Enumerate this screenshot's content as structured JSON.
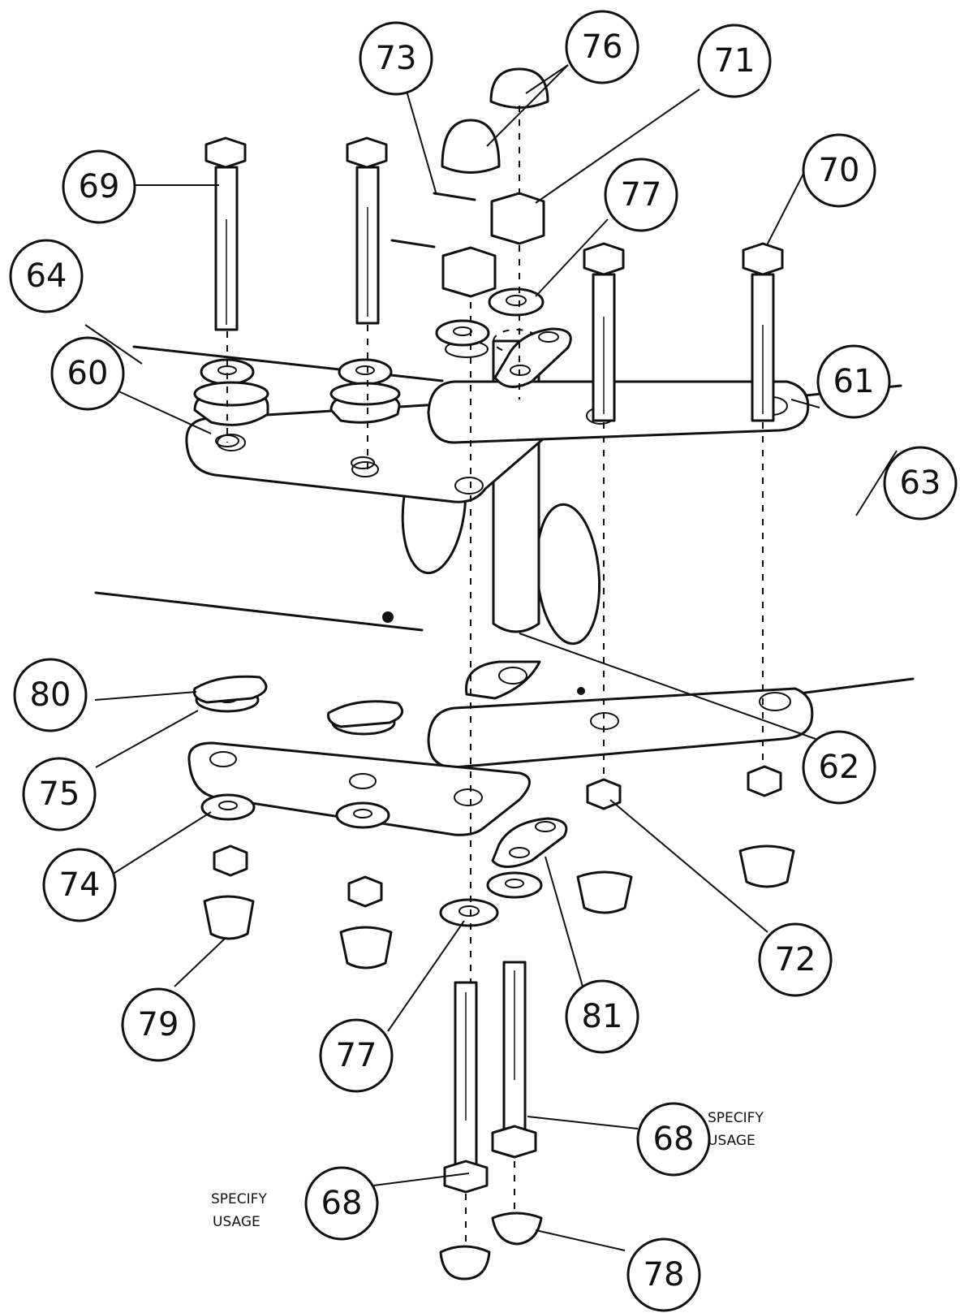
{
  "callouts": [
    {
      "id": "c60",
      "label": "60"
    },
    {
      "id": "c61",
      "label": "61"
    },
    {
      "id": "c62",
      "label": "62"
    },
    {
      "id": "c63",
      "label": "63"
    },
    {
      "id": "c64",
      "label": "64"
    },
    {
      "id": "c68a",
      "label": "68"
    },
    {
      "id": "c68b",
      "label": "68"
    },
    {
      "id": "c69",
      "label": "69"
    },
    {
      "id": "c70",
      "label": "70"
    },
    {
      "id": "c71",
      "label": "71"
    },
    {
      "id": "c72",
      "label": "72"
    },
    {
      "id": "c73",
      "label": "73"
    },
    {
      "id": "c74",
      "label": "74"
    },
    {
      "id": "c75",
      "label": "75"
    },
    {
      "id": "c76",
      "label": "76"
    },
    {
      "id": "c77a",
      "label": "77"
    },
    {
      "id": "c77b",
      "label": "77"
    },
    {
      "id": "c78",
      "label": "78"
    },
    {
      "id": "c79",
      "label": "79"
    },
    {
      "id": "c80",
      "label": "80"
    },
    {
      "id": "c81",
      "label": "81"
    }
  ],
  "notes": {
    "specify_usage_left": {
      "line1": "SPECIFY",
      "line2": "USAGE"
    },
    "specify_usage_right": {
      "line1": "SPECIFY",
      "line2": "USAGE"
    }
  }
}
